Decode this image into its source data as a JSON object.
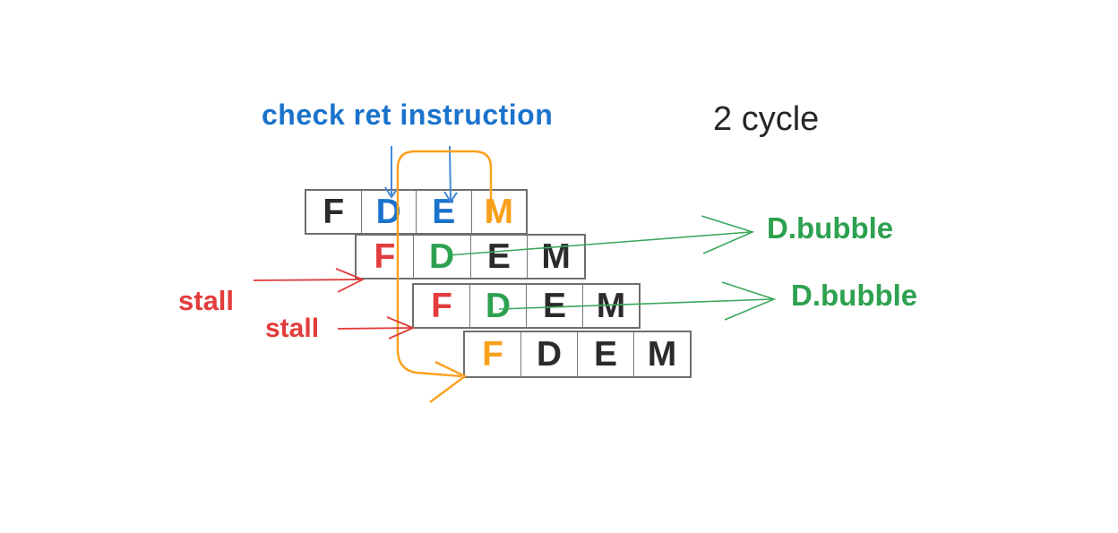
{
  "title": {
    "text": "check ret instruction"
  },
  "cycle_note": {
    "text": "2 cycle"
  },
  "pipeline": {
    "rows": [
      {
        "cells": [
          {
            "label": "F",
            "color": "#2b2b2b"
          },
          {
            "label": "D",
            "color": "#1a72cc"
          },
          {
            "label": "E",
            "color": "#1a72cc"
          },
          {
            "label": "M",
            "color": "#f9a01b"
          }
        ]
      },
      {
        "cells": [
          {
            "label": "F",
            "color": "#e23c3c"
          },
          {
            "label": "D",
            "color": "#2da14f"
          },
          {
            "label": "E",
            "color": "#2b2b2b"
          },
          {
            "label": "M",
            "color": "#2b2b2b"
          }
        ]
      },
      {
        "cells": [
          {
            "label": "F",
            "color": "#e23c3c"
          },
          {
            "label": "D",
            "color": "#2da14f"
          },
          {
            "label": "E",
            "color": "#2b2b2b"
          },
          {
            "label": "M",
            "color": "#2b2b2b"
          }
        ]
      },
      {
        "cells": [
          {
            "label": "F",
            "color": "#f9a01b"
          },
          {
            "label": "D",
            "color": "#2b2b2b"
          },
          {
            "label": "E",
            "color": "#2b2b2b"
          },
          {
            "label": "M",
            "color": "#2b2b2b"
          }
        ]
      }
    ]
  },
  "labels": {
    "stall_1": "stall",
    "stall_2": "stall",
    "bubble_1": "D.bubble",
    "bubble_2": "D.bubble"
  },
  "colors": {
    "blue": "#1a72cc",
    "blue_arrow": "#4288d5",
    "orange": "#f9a01b",
    "green": "#2da14f",
    "green_arrow": "#3aa85c",
    "red": "#e23c3c",
    "ink": "#262626",
    "box_border": "#6e6e6e"
  }
}
